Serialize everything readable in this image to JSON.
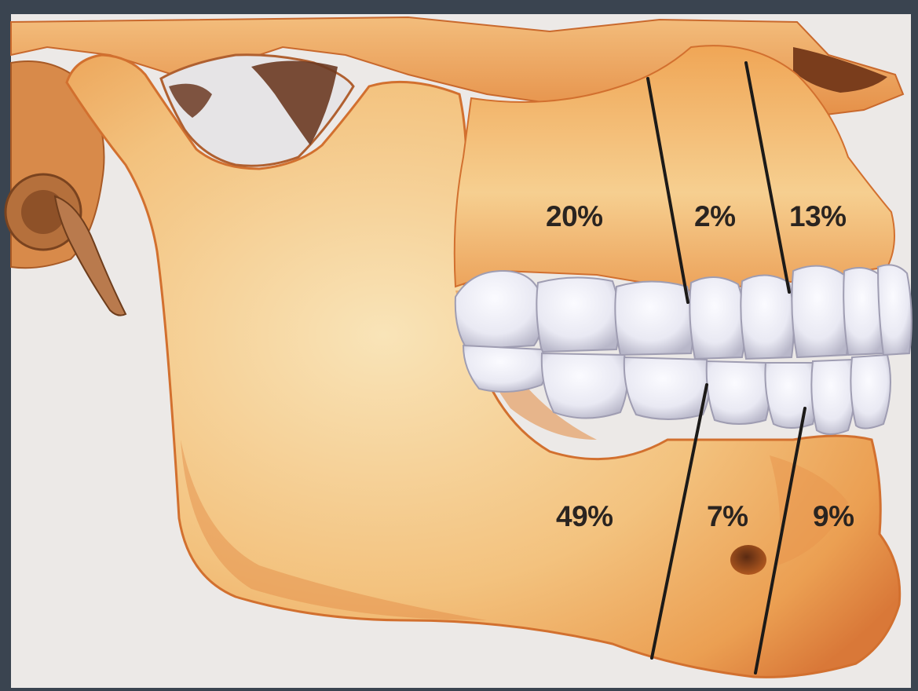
{
  "diagram": {
    "regions": [
      {
        "id": "maxilla-posterior",
        "label": "20%"
      },
      {
        "id": "maxilla-middle",
        "label": "2%"
      },
      {
        "id": "maxilla-anterior",
        "label": "13%"
      },
      {
        "id": "mandible-posterior",
        "label": "49%"
      },
      {
        "id": "mandible-middle",
        "label": "7%"
      },
      {
        "id": "mandible-anterior",
        "label": "9%"
      }
    ],
    "colors": {
      "frame": "#3a4450",
      "background": "#ece9e7",
      "bone_light": "#f6d9a4",
      "bone_mid": "#efb064",
      "bone_dark": "#d97838",
      "tooth": "#eeeef5",
      "tooth_shadow": "#b8b7c9",
      "line": "#1c1a18",
      "label": "#2a2420"
    }
  }
}
